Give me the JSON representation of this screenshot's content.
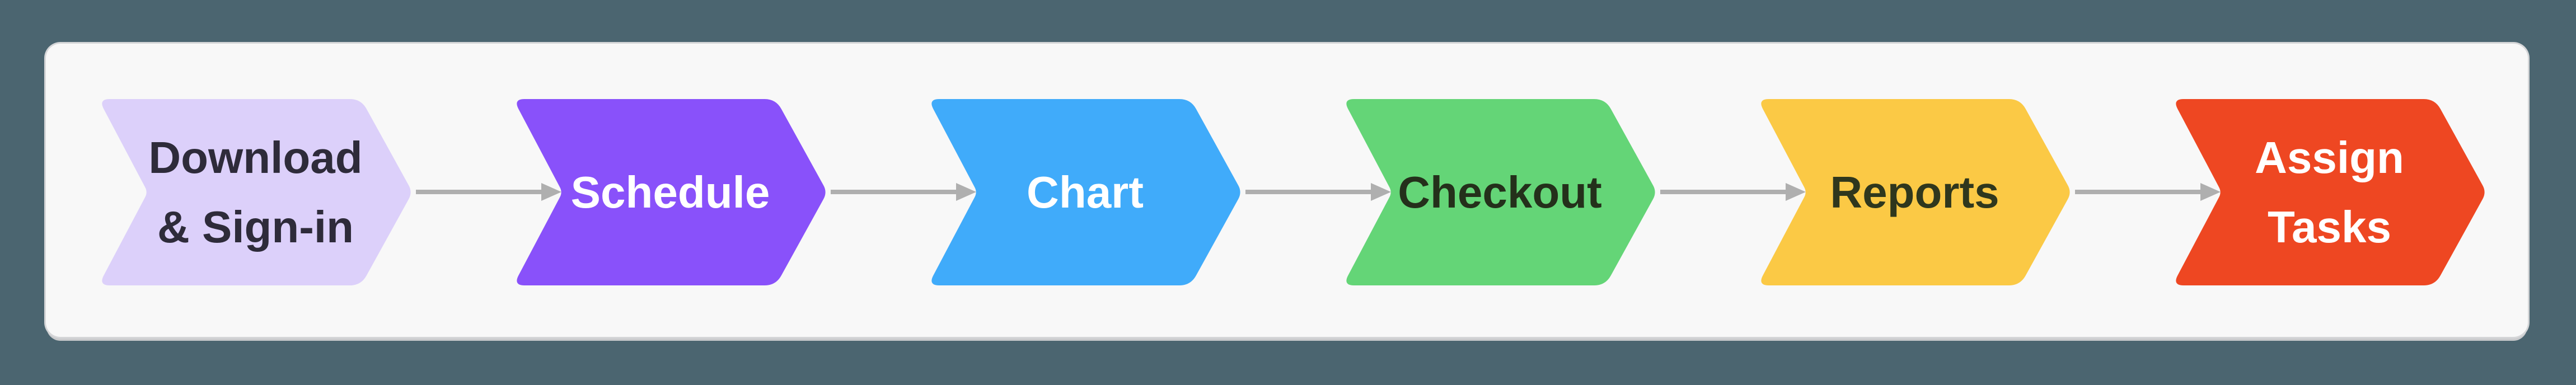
{
  "background_color": "#4B6570",
  "card": {
    "background": "#F8F8F8",
    "edge_color": "#CDCED0"
  },
  "connector": {
    "color": "#AFAFAF"
  },
  "steps": [
    {
      "label": "Download\n& Sign-in",
      "fill": "#DCD0FA",
      "text_color": "#2E2B3A"
    },
    {
      "label": "Schedule",
      "fill": "#8951FA",
      "text_color": "#FFFFFF"
    },
    {
      "label": "Chart",
      "fill": "#40ABFA",
      "text_color": "#FFFFFF"
    },
    {
      "label": "Checkout",
      "fill": "#64D577",
      "text_color": "#24301B"
    },
    {
      "label": "Reports",
      "fill": "#FBC945",
      "text_color": "#2F371D"
    },
    {
      "label": "Assign\nTasks",
      "fill": "#EE4722",
      "text_color": "#FFFFFF"
    }
  ]
}
